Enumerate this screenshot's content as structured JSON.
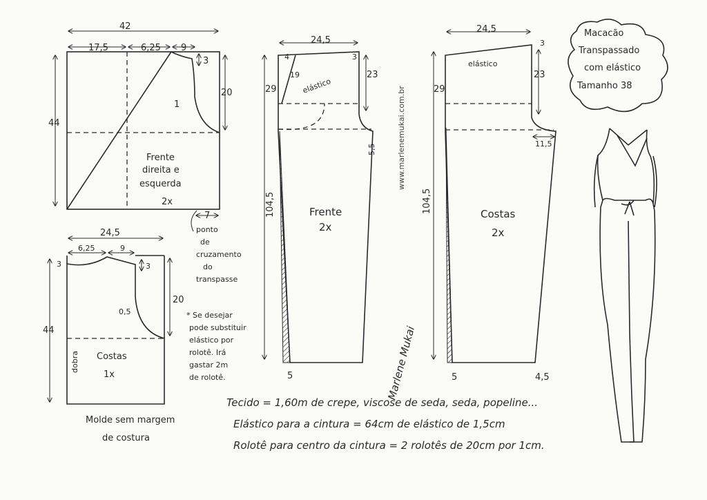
{
  "front_bodice": {
    "width_total": "42",
    "seg1": "17,5",
    "seg2": "6,25",
    "seg3": "9",
    "drop": "3",
    "armhole_height": "20",
    "height": "44",
    "mark": "1",
    "bottom": "7",
    "label_lines": [
      "Frente",
      "direita e",
      "esquerda"
    ],
    "count": "2x"
  },
  "crossing_note": [
    "ponto",
    "de",
    "cruzamento",
    "do",
    "transpasse"
  ],
  "back_bodice": {
    "width": "24,5",
    "seg1": "6,25",
    "seg2": "9",
    "neck_drop": "3",
    "shoulder_drop": "3",
    "armhole_height": "20",
    "height": "44",
    "mark": "0,5",
    "fold": "dobra",
    "label": "Costas",
    "count": "1x"
  },
  "no_seam_note": [
    "Molde sem margem",
    "de costura"
  ],
  "rolote_note": [
    "* Se desejar",
    "pode substituir",
    "elástico por",
    "rolotê. Irá",
    "gastar 2m",
    "de rolotê."
  ],
  "front_pants": {
    "width": "24,5",
    "left": "4",
    "right": "3",
    "rise": "29",
    "side": "23",
    "dart": "19",
    "elastic": "elástico",
    "crotch": "5,5",
    "length": "104,5",
    "label": "Frente",
    "count": "2x",
    "hem": "5"
  },
  "back_pants": {
    "width": "24,5",
    "right": "3",
    "elastic": "elástico",
    "rise": "29",
    "side": "23",
    "crotch": "11,5",
    "length": "104,5",
    "label": "Costas",
    "count": "2x",
    "hem_left": "5",
    "hem_right": "4,5"
  },
  "watermark": "www.marlenemukai.com.br",
  "signature": "Marlene Mukai",
  "title_cloud": [
    "Macacão",
    "Transpassado",
    "com elástico",
    "Tamanho 38"
  ],
  "materials": [
    "Tecido = 1,60m de crepe, viscose de seda, seda, popeline...",
    "Elástico para a cintura = 64cm de elástico de 1,5cm",
    "Rolotê para centro da cintura = 2 rolotês de 20cm por 1cm."
  ]
}
